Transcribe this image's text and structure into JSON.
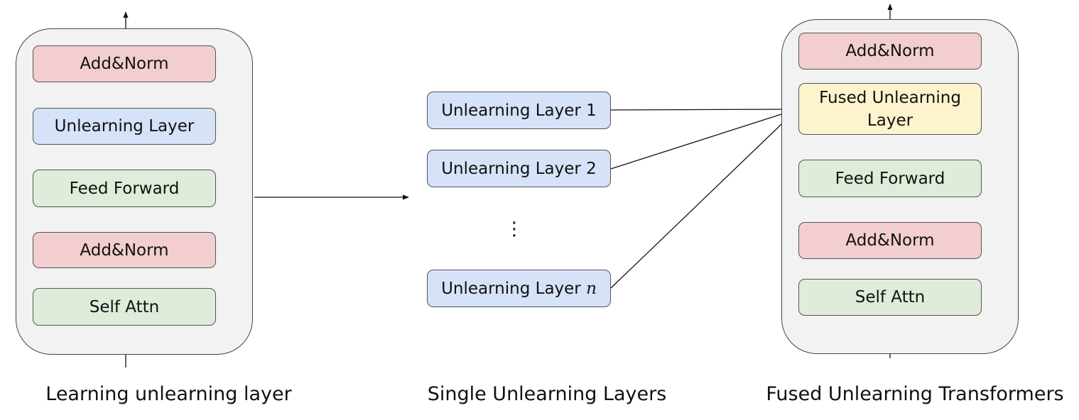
{
  "left_panel": {
    "caption": "Learning unlearning layer",
    "blocks": {
      "add_norm_top": "Add&Norm",
      "unlearning_layer": "Unlearning Layer",
      "feed_forward": "Feed Forward",
      "add_norm_bottom": "Add&Norm",
      "self_attn": "Self Attn"
    },
    "colors": {
      "add_norm": "#f2ced0",
      "unlearning": "#d6e2f7",
      "feed_forward": "#deecd9",
      "self_attn": "#deecd9"
    }
  },
  "middle_panel": {
    "caption": "Single Unlearning Layers",
    "layers": {
      "layer_1": "Unlearning Layer 1",
      "layer_2": "Unlearning Layer 2",
      "ellipsis": "⋮",
      "layer_n_prefix": "Unlearning Layer ",
      "layer_n_var": "n"
    },
    "color": "#d6e2f7"
  },
  "right_panel": {
    "caption": "Fused Unlearning Transformers",
    "blocks": {
      "add_norm_top": "Add&Norm",
      "fused_unlearning_layer": "Fused Unlearning Layer",
      "feed_forward": "Feed Forward",
      "add_norm_bottom": "Add&Norm",
      "self_attn": "Self Attn"
    },
    "colors": {
      "add_norm": "#f2ced0",
      "fused": "#fdf3cd",
      "feed_forward": "#deecd9",
      "self_attn": "#deecd9"
    }
  }
}
